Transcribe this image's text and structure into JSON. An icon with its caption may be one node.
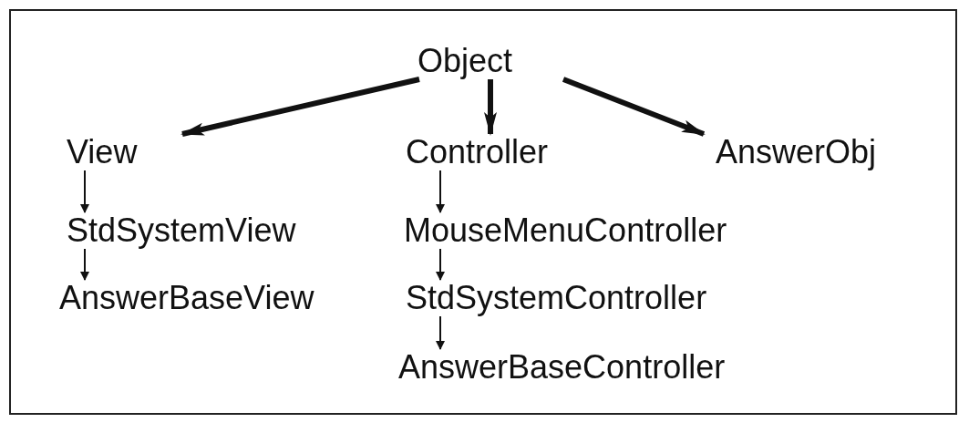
{
  "diagram": {
    "nodes": [
      {
        "text": [
          "Object"
        ]
      },
      {
        "text": [
          "View"
        ]
      },
      {
        "text": [
          "Controller"
        ]
      },
      {
        "text": [
          "AnswerObj"
        ]
      },
      {
        "text": [
          "StdSystemView"
        ]
      },
      {
        "text": [
          "AnswerBaseView"
        ]
      },
      {
        "text": [
          "MouseMenuController"
        ]
      },
      {
        "text": [
          "StdSystemController"
        ]
      },
      {
        "text": [
          "AnswerBaseController"
        ]
      }
    ],
    "edges": [
      {
        "from": 0,
        "to": 1,
        "arrow": "to",
        "style": "thick"
      },
      {
        "from": 0,
        "to": 2,
        "arrow": "to",
        "style": "thick"
      },
      {
        "from": 0,
        "to": 3,
        "arrow": "to",
        "style": "thick"
      },
      {
        "from": 1,
        "to": 4,
        "arrow": "to"
      },
      {
        "from": 4,
        "to": 5,
        "arrow": "to"
      },
      {
        "from": 2,
        "to": 6,
        "arrow": "to"
      },
      {
        "from": 6,
        "to": 7,
        "arrow": "to"
      },
      {
        "from": 7,
        "to": 8,
        "arrow": "to"
      }
    ]
  }
}
